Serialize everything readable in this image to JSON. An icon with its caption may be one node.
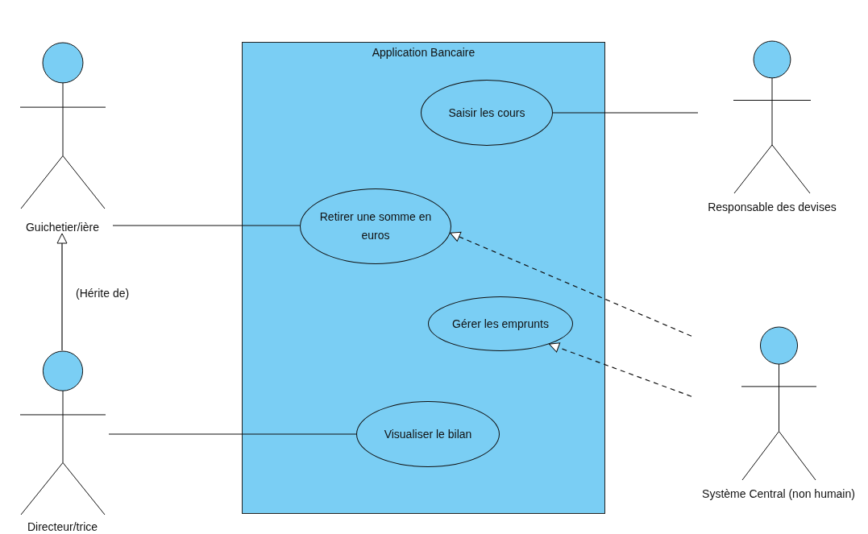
{
  "diagram": {
    "nodes": [
      {
        "text": [
          "Application Bancaire"
        ]
      },
      {
        "text": [
          "Saisir les cours"
        ],
        "in": 0
      },
      {
        "text": [
          "Retirer une somme en euros"
        ],
        "in": 0
      },
      {
        "text": [
          "Gérer les emprunts"
        ],
        "in": 0
      },
      {
        "text": [
          "Visualiser le bilan"
        ],
        "in": 0
      },
      {
        "text": [
          "Guichetier/ière"
        ]
      },
      {
        "text": [
          "Directeur/trice"
        ]
      },
      {
        "text": [
          "Responsable des devises"
        ]
      },
      {
        "text": [
          "Système Central (non humain)"
        ]
      }
    ],
    "edges": [
      {
        "from": 5,
        "to": 2,
        "arrow": "none"
      },
      {
        "from": 1,
        "to": 7,
        "arrow": "none"
      },
      {
        "from": 6,
        "to": 4,
        "arrow": "none"
      },
      {
        "from": 6,
        "to": 5,
        "arrow": "to",
        "label": "(Hérite de)"
      },
      {
        "from": 8,
        "to": 2,
        "arrow": "to",
        "style": "dashed"
      },
      {
        "from": 8,
        "to": 3,
        "arrow": "to",
        "style": "dashed"
      }
    ]
  }
}
